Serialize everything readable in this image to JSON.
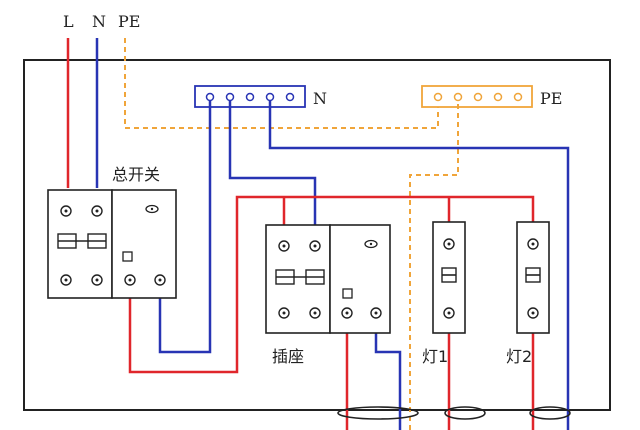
{
  "labels": {
    "L": "L",
    "N": "N",
    "PE": "PE",
    "n_bar": "N",
    "pe_bar": "PE",
    "main_switch": "总开关",
    "socket": "插座",
    "lamp1": "灯1",
    "lamp2": "灯2"
  },
  "colors": {
    "live": "#e0262b",
    "neutral": "#2834b4",
    "earth": "#f0a53a",
    "box": "#222222"
  }
}
